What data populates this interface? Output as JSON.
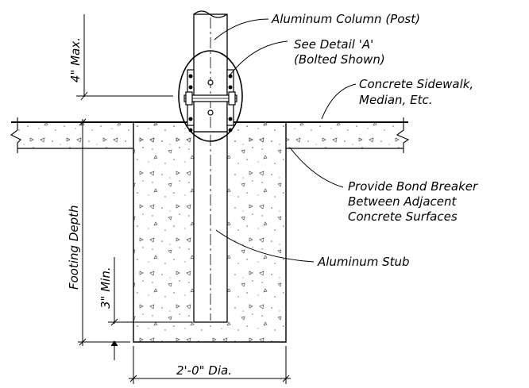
{
  "labels": {
    "aluminum_column": "Aluminum Column (Post)",
    "see_detail_line1": "See Detail 'A'",
    "see_detail_line2": "(Bolted Shown)",
    "sidewalk_line1": "Concrete Sidewalk,",
    "sidewalk_line2": "Median, Etc.",
    "bond_line1": "Provide Bond Breaker",
    "bond_line2": "Between Adjacent",
    "bond_line3": "Concrete Surfaces",
    "aluminum_stub": "Aluminum Stub",
    "max_height": "4\" Max.",
    "footing_depth": "Footing Depth",
    "min_depth": "3\" Min.",
    "diameter": "2'-0\" Dia."
  }
}
